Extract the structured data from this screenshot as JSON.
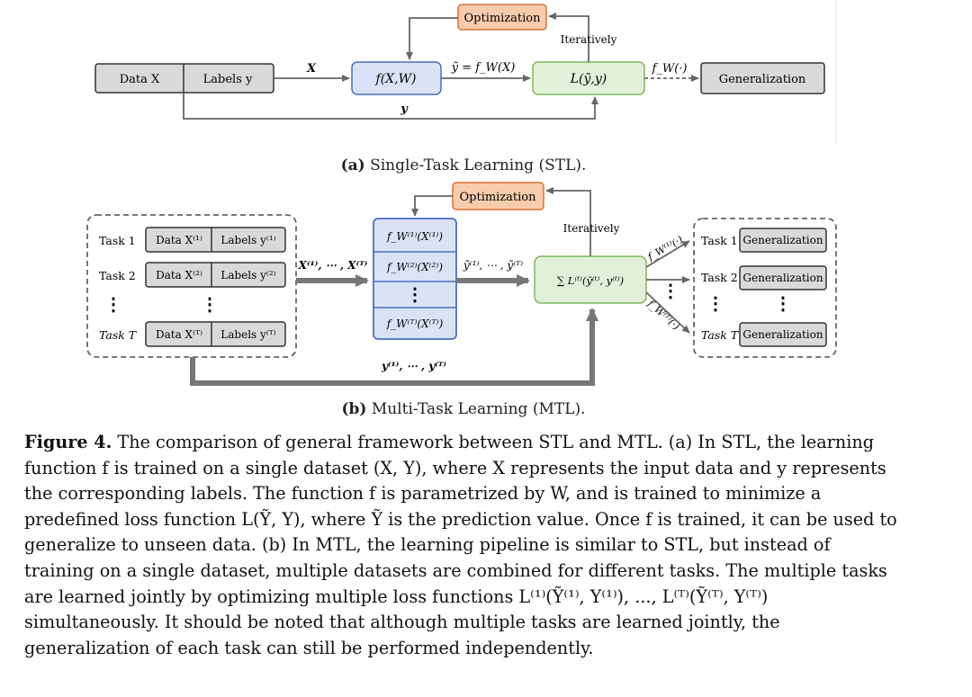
{
  "stl": {
    "data_box": "Data X",
    "labels_box": "Labels y",
    "func_box": "f(X,W)",
    "loss_box": "L(ỹ,y)",
    "optimization": "Optimization",
    "iteratively": "Iteratively",
    "generalization": "Generalization",
    "edge_x": "X",
    "edge_pred": "ỹ = f_W(X)",
    "edge_fw": "f_W(·)",
    "edge_y": "y",
    "subcaption_label": "(a)",
    "subcaption_text": "Single-Task Learning (STL)."
  },
  "mtl": {
    "tasks": [
      {
        "task": "Task 1",
        "data": "Data X⁽¹⁾",
        "labels": "Labels y⁽¹⁾",
        "func": "f_W⁽¹⁾(X⁽¹⁾)",
        "gen_task": "Task 1",
        "gen": "Generalization"
      },
      {
        "task": "Task 2",
        "data": "Data X⁽²⁾",
        "labels": "Labels y⁽²⁾",
        "func": "f_W⁽²⁾(X⁽²⁾)",
        "gen_task": "Task 2",
        "gen": "Generalization"
      },
      {
        "task": "Task T",
        "data": "Data X⁽ᵀ⁾",
        "labels": "Labels y⁽ᵀ⁾",
        "func": "f_W⁽ᵀ⁾(X⁽ᵀ⁾)",
        "gen_task": "Task T",
        "gen": "Generalization"
      }
    ],
    "dots": "⋮",
    "optimization": "Optimization",
    "iteratively": "Iteratively",
    "loss_box": "∑ L⁽ᵗ⁾(ỹ⁽ᵗ⁾, y⁽ᵗ⁾)",
    "edge_x": "X⁽¹⁾, ⋯ , X⁽ᵀ⁾",
    "edge_pred": "ỹ⁽¹⁾, ⋯ , ỹ⁽ᵀ⁾",
    "edge_y": "y⁽¹⁾, ⋯ , y⁽ᵀ⁾",
    "edge_fw1": "f_W⁽¹⁾(·)",
    "edge_fwT": "f_W⁽ᵀ⁾(·)",
    "subcaption_label": "(b)",
    "subcaption_text": "Multi-Task Learning (MTL)."
  },
  "caption": {
    "label": "Figure 4.",
    "text": "The comparison of general framework between STL and MTL. (a) In STL, the learning function f is trained on a single dataset (X, Y), where X represents the input data and y represents the corresponding labels. The function f is parametrized by W, and is trained to minimize a predefined loss function L(Ỹ, Y), where Ỹ is the prediction value. Once f is trained, it can be used to generalize to unseen data. (b) In MTL, the learning pipeline is similar to STL, but instead of training on a single dataset, multiple datasets are combined for different tasks. The multiple tasks are learned jointly by optimizing multiple loss functions L⁽¹⁾(Ỹ⁽¹⁾, Y⁽¹⁾), ..., L⁽ᵀ⁾(Ỹ⁽ᵀ⁾, Y⁽ᵀ⁾) simultaneously. It should be noted that although multiple tasks are learned jointly, the generalization of each task can still be performed independently."
  },
  "colors": {
    "gray_box": "#d9d9d9",
    "blue_box": "#dae3f5",
    "blue_stroke": "#4a6fc2",
    "green_box": "#e2efd9",
    "green_stroke": "#82b65e",
    "orange_box": "#f8cbad",
    "orange_stroke": "#d9723a",
    "arrow": "#777777"
  }
}
